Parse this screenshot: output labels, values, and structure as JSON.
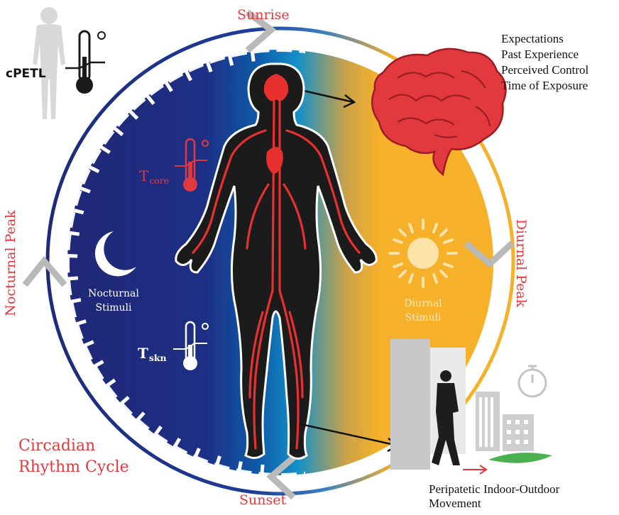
{
  "labels": {
    "sunrise": "Sunrise",
    "sunset": "Sunset",
    "nocturnal_peak": "Nocturnal Peak",
    "diurnal_peak": "Diurnal Peak",
    "cpetl": "cPETL",
    "t_core": {
      "main": "T",
      "sub": "core"
    },
    "t_skn": {
      "main": "T",
      "sub": "skn"
    },
    "nocturnal_stimuli": [
      "Nocturnal",
      "Stimuli"
    ],
    "diurnal_stimuli": [
      "Diurnal",
      "Stimuli"
    ],
    "circadian": [
      "Circadian",
      "Rhythm Cycle"
    ],
    "psych_factors": [
      "Expectations",
      "Past Experience",
      "Perceived Control",
      "Time of Exposure"
    ],
    "movement": [
      "Peripatetic Indoor-Outdoor",
      "Movement"
    ]
  },
  "colors": {
    "night": "#1c2a78",
    "dawn": "#0d8fd0",
    "day": "#f6b02a",
    "accent_red": "#e2393f",
    "body": "#1a1a1a",
    "vessels": "#e8302e",
    "grey_icon": "#d6d6d6"
  },
  "icons": [
    "human-silhouette-icon",
    "thermometer-icon",
    "brain-icon",
    "moon-icon",
    "sun-icon",
    "stopwatch-icon",
    "building-icon",
    "person-walking-icon",
    "door-icon"
  ]
}
